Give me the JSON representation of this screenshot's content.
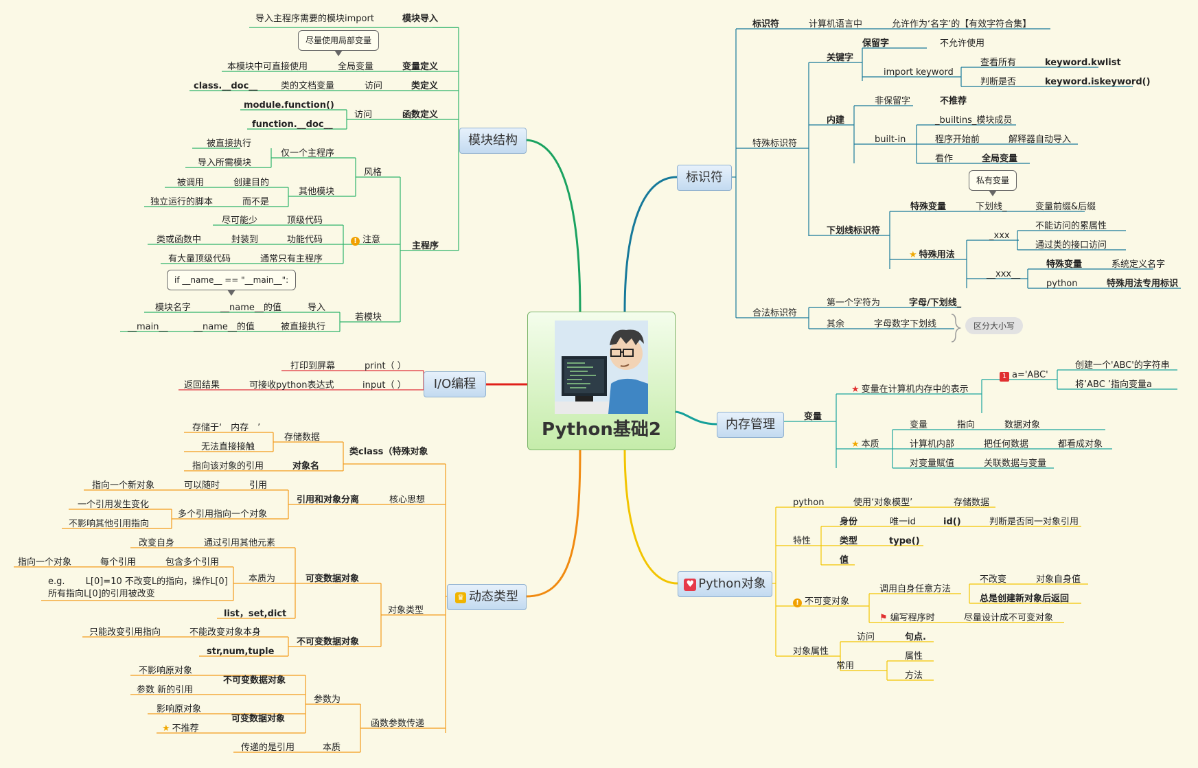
{
  "center": {
    "title": "Python基础2"
  },
  "topics": {
    "module": "模块结构",
    "io": "I/O编程",
    "dynamic": "动态类型",
    "ident": "标识符",
    "memory": "内存管理",
    "object": "Python对象"
  },
  "module": {
    "import_label": "模块导入",
    "import_desc": "导入主程序需要的模块import",
    "var_callout": "尽量使用局部变量",
    "var_label": "变量定义",
    "var_a": "本模块中可直接使用",
    "var_b": "全局变量",
    "class_label": "类定义",
    "class_a": "class.__doc__",
    "class_b": "类的文档变量",
    "class_c": "访问",
    "func_label": "函数定义",
    "func_a": "module.function()",
    "func_b": "function.__doc__",
    "func_c": "访问",
    "main_label": "主程序",
    "style": "风格",
    "style_a1": "被直接执行",
    "style_a2": "导入所需模块",
    "style_a": "仅一个主程序",
    "style_b1": "被调用",
    "style_b2": "创建目的",
    "style_b3": "独立运行的脚本",
    "style_b4": "而不是",
    "style_b": "其他模块",
    "note": "注意",
    "note_a1": "尽可能少",
    "note_a2": "顶级代码",
    "note_b1": "类或函数中",
    "note_b2": "封装到",
    "note_b3": "功能代码",
    "note_c1": "有大量顶级代码",
    "note_c2": "通常只有主程序",
    "if_callout": "if __name__ == \"__main__\":",
    "if_label": "若模块",
    "if_a1": "模块名字",
    "if_a2": "__name__的值",
    "if_a3": "导入",
    "if_b1": "__main__",
    "if_b2": "__name__的值",
    "if_b3": "被直接执行"
  },
  "io": {
    "print_desc": "打印到屏幕",
    "print_fn": "print（ ）",
    "input_a": "返回结果",
    "input_b": "可接收python表达式",
    "input_fn": "input（ ）"
  },
  "dynamic": {
    "core": "核心思想",
    "class_obj": "类class（特殊对象",
    "store": "存储数据",
    "store_a": "存储于‘　内存　’",
    "store_b": "无法直接接触",
    "objname": "对象名",
    "objname_a": "指向该对象的引用",
    "sep": "引用和对象分离",
    "ref": "引用",
    "ref_a": "可以随时",
    "ref_b": "指向一个新对象",
    "multi": "多个引用指向一个对象",
    "multi_a": "一个引用发生变化",
    "multi_b": "不影响其他引用指向",
    "objtype": "对象类型",
    "mutable": "可变数据对象",
    "mut_a1": "改变自身",
    "mut_a2": "通过引用其他元素",
    "essence": "本质为",
    "ess_a": "包含多个引用",
    "ess_b": "每个引用",
    "ess_c": "指向一个对象",
    "eg_1": "e.g.　　 L[0]=10 不改变L的指向，操作L[0]",
    "eg_2": "所有指向L[0]的引用被改变",
    "mut_list": "list，set,dict",
    "immutable": "不可变数据对象",
    "imm_a": "不能改变对象本身",
    "imm_b": "只能改变引用指向",
    "imm_list": "str,num,tuple",
    "param": "函数参数传递",
    "param_as": "参数为",
    "p_imm": "不可变数据对象",
    "p_imm_a": "不影响原对象",
    "p_imm_b": "参数 新的引用",
    "p_mut": "可变数据对象",
    "p_mut_a": "影响原对象",
    "p_mut_b": "不推荐",
    "p_ess": "本质",
    "p_ess_a": "传递的是引用"
  },
  "ident": {
    "root": "标识符",
    "root_a": "计算机语言中",
    "root_b": "允许作为‘名字’的【有效字符合集】",
    "special": "特殊标识符",
    "keyword": "关键字",
    "reserved": "保留字",
    "reserved_a": "不允许使用",
    "import_kw": "import keyword",
    "kw_a": "查看所有",
    "kw_a_fn": "keyword.kwlist",
    "kw_b": "判断是否",
    "kw_b_fn": "keyword.iskeyword()",
    "builtin": "内建",
    "nonres": "非保留字",
    "nonres_a": "不推荐",
    "builtin_en": "built-in",
    "bi_a": "_builtins_模块成员",
    "bi_b1": "程序开始前",
    "bi_b2": "解释器自动导入",
    "bi_c1": "看作",
    "bi_c2": "全局变量",
    "private_callout": "私有变量",
    "underscore": "下划线标识符",
    "sp_var": "特殊变量",
    "sp_var_a": "下划线_",
    "sp_var_b": "变量前缀&后缀",
    "sp_use": "特殊用法",
    "xxx1": "_xxx",
    "xxx1_a": "不能访问的累属性",
    "xxx1_b": "通过类的接口访问",
    "xxx2": "__xxx__",
    "xxx2_a": "特殊变量",
    "xxx2_b": "系统定义名字",
    "xxx2_c": "python",
    "xxx2_d": "特殊用法专用标识",
    "legal": "合法标识符",
    "first": "第一个字符为",
    "first_a": "字母/下划线_",
    "rest": "其余",
    "rest_a": "字母数字下划线",
    "case": "区分大小写"
  },
  "memory": {
    "var": "变量",
    "repr": "变量在计算机内存中的表示",
    "assign": "a='ABC'",
    "create": "创建一个'ABC'的字符串",
    "point": "将’ABC ’指向变量a",
    "essence": "本质",
    "e_a1": "变量",
    "e_a2": "指向",
    "e_a3": "数据对象",
    "e_b1": "计算机内部",
    "e_b2": "把任何数据",
    "e_b3": "都看成对象",
    "e_c1": "对变量赋值",
    "e_c2": "关联数据与变量"
  },
  "object": {
    "python": "python",
    "model": "使用‘对象模型’",
    "store": "存储数据",
    "trait": "特性",
    "id": "身份",
    "id_a": "唯一id",
    "id_fn": "id()",
    "id_b": "判断是否同一对象引用",
    "type": "类型",
    "type_fn": "type()",
    "value": "值",
    "immut": "不可变对象",
    "im_a": "调用自身任意方法",
    "im_a1": "不改变",
    "im_a2": "对象自身值",
    "im_a3": "总是创建新对象后返回",
    "im_b": "编写程序时",
    "im_b1": "尽量设计成不可变对象",
    "attr": "对象属性",
    "access": "访问",
    "dot": "句点.",
    "common": "常用",
    "prop": "属性",
    "method": "方法"
  }
}
